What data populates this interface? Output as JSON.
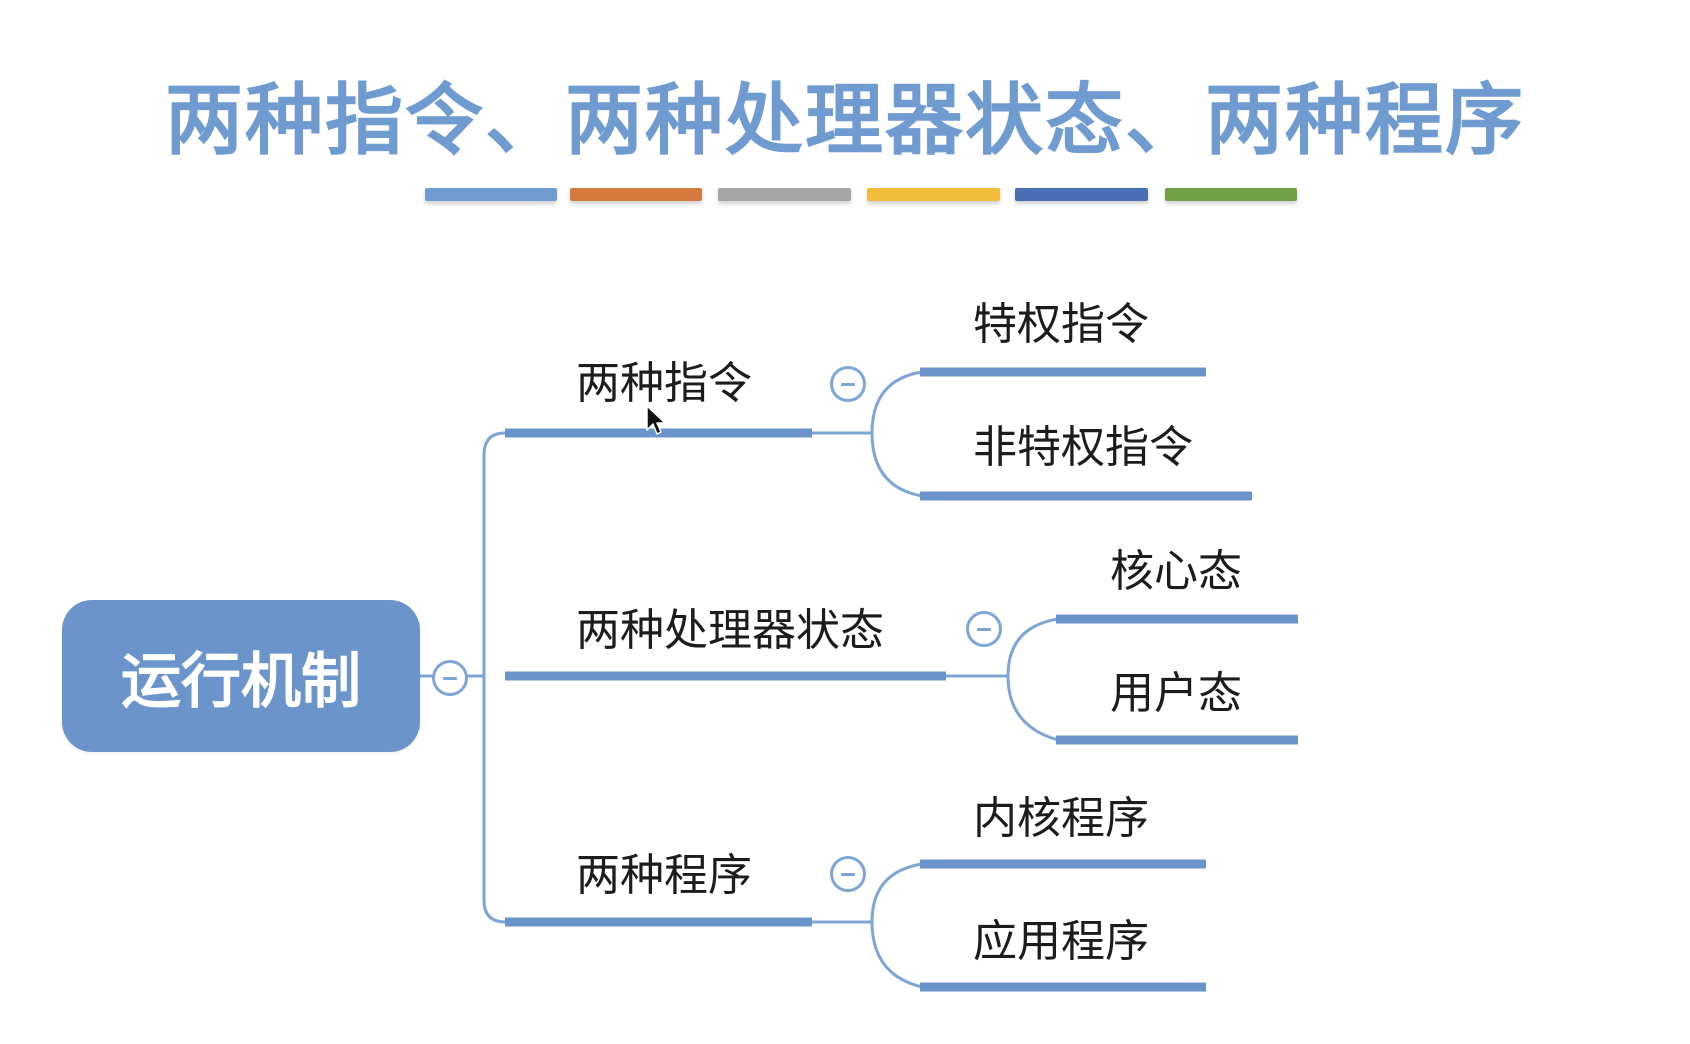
{
  "title": "两种指令、两种处理器状态、两种程序",
  "title_bar_colors": [
    "#6f9bd0",
    "#d47a3f",
    "#a5a5a5",
    "#f0bd3a",
    "#4a6fb5",
    "#72a046"
  ],
  "colors": {
    "accent": "#6b94cb",
    "branch_line": "#7fa4d6",
    "underline": "#6b94cb",
    "title": "#6f9bd0"
  },
  "root": {
    "label": "运行机制"
  },
  "branches": [
    {
      "label": "两种指令",
      "children": [
        {
          "label": "特权指令"
        },
        {
          "label": "非特权指令"
        }
      ]
    },
    {
      "label": "两种处理器状态",
      "children": [
        {
          "label": "核心态"
        },
        {
          "label": "用户态"
        }
      ]
    },
    {
      "label": "两种程序",
      "children": [
        {
          "label": "内核程序"
        },
        {
          "label": "应用程序"
        }
      ]
    }
  ]
}
